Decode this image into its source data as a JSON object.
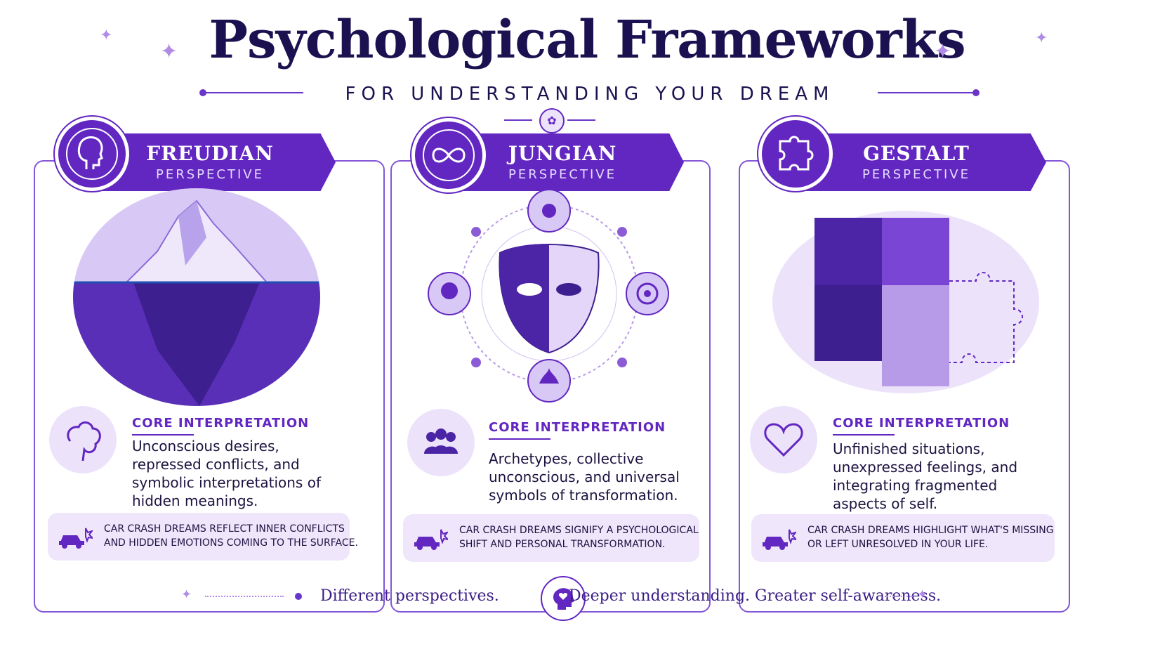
{
  "header": {
    "title": "Psychological Frameworks",
    "subtitle": "FOR UNDERSTANDING YOUR DREAM"
  },
  "cards": [
    {
      "name": "FREUDIAN",
      "perspective": "PERSPECTIVE",
      "core_title": "CORE INTERPRETATION",
      "core_text": "Unconscious desires, repressed conflicts, and symbolic interpretations of hidden meanings.",
      "note": "CAR CRASH DREAMS REFLECT INNER CONFLICTS AND HIDDEN EMOTIONS COMING TO THE SURFACE."
    },
    {
      "name": "JUNGIAN",
      "perspective": "PERSPECTIVE",
      "core_title": "CORE INTERPRETATION",
      "core_text": "Archetypes, collective unconscious, and universal symbols of transformation.",
      "note": "CAR CRASH DREAMS SIGNIFY A PSYCHOLOGICAL SHIFT AND PERSONAL TRANSFORMATION."
    },
    {
      "name": "GESTALT",
      "perspective": "PERSPECTIVE",
      "core_title": "CORE INTERPRETATION",
      "core_text": "Unfinished situations, unexpressed feelings, and integrating fragmented aspects of self.",
      "note": "CAR CRASH DREAMS HIGHLIGHT WHAT'S MISSING OR LEFT UNRESOLVED IN YOUR LIFE."
    }
  ],
  "footer": {
    "left": "Different perspectives.",
    "right": "Deeper understanding. Greater self-awareness."
  },
  "colors": {
    "accent": "#6227c1",
    "title": "#1b1150",
    "light": "#ece3fb"
  },
  "icons": [
    "head-profile-icon",
    "infinity-icon",
    "puzzle-icon",
    "brain-icon",
    "people-icon",
    "heart-icon",
    "car-crash-icon",
    "head-heart-icon"
  ]
}
